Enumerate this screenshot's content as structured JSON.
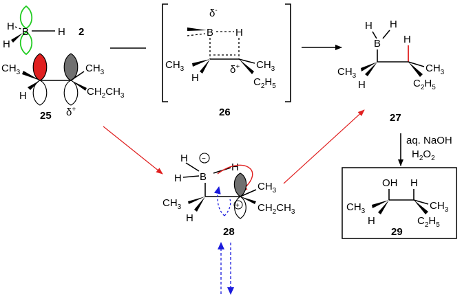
{
  "colors": {
    "red": "#e02020",
    "green": "#22cc22",
    "blue": "#1a1adc",
    "black": "#000000",
    "grey": "#707070"
  },
  "s2": {
    "num": "2",
    "h": "H",
    "b": "B"
  },
  "s25": {
    "num": "25",
    "ch": "CH",
    "three": "3",
    "h": "H",
    "ch2": "CH",
    "three2": "3",
    "ch2ch": "CH",
    "two": "2",
    "ch3b": "CH",
    "three3": "3",
    "delta": "δ",
    "plus": "+"
  },
  "s26": {
    "num": "26",
    "delta_minus": "δ",
    "minus": "-",
    "b": "B",
    "h": "H",
    "ch": "CH",
    "three": "3",
    "h2": "H",
    "delta_plus": "δ",
    "plus": "+",
    "ch3r": "CH",
    "three_r": "3",
    "c": "C",
    "two": "2",
    "h5": "H",
    "five": "5"
  },
  "s27": {
    "num": "27",
    "h": "H",
    "b": "B",
    "ch": "CH",
    "three": "3",
    "ch3r": "CH",
    "three_r": "3",
    "c": "C",
    "two": "2",
    "h5": "H",
    "five": "5"
  },
  "s28": {
    "num": "28",
    "h": "H",
    "b": "B",
    "minus": "−",
    "plus": "+",
    "ch": "CH",
    "three": "3",
    "ch3r": "CH",
    "three_r": "3",
    "ch2": "CH",
    "two": "2",
    "ch3c": "CH",
    "three_c": "3"
  },
  "s29": {
    "num": "29",
    "oh": "OH",
    "h": "H",
    "ch": "CH",
    "three": "3",
    "ch3r": "CH",
    "three_r": "3",
    "c": "C",
    "two": "2",
    "h5": "H",
    "five": "5"
  },
  "reagents": {
    "line1": "aq.  NaOH",
    "h2": "H",
    "two": "2",
    "o": "O",
    "two_b": "2"
  }
}
